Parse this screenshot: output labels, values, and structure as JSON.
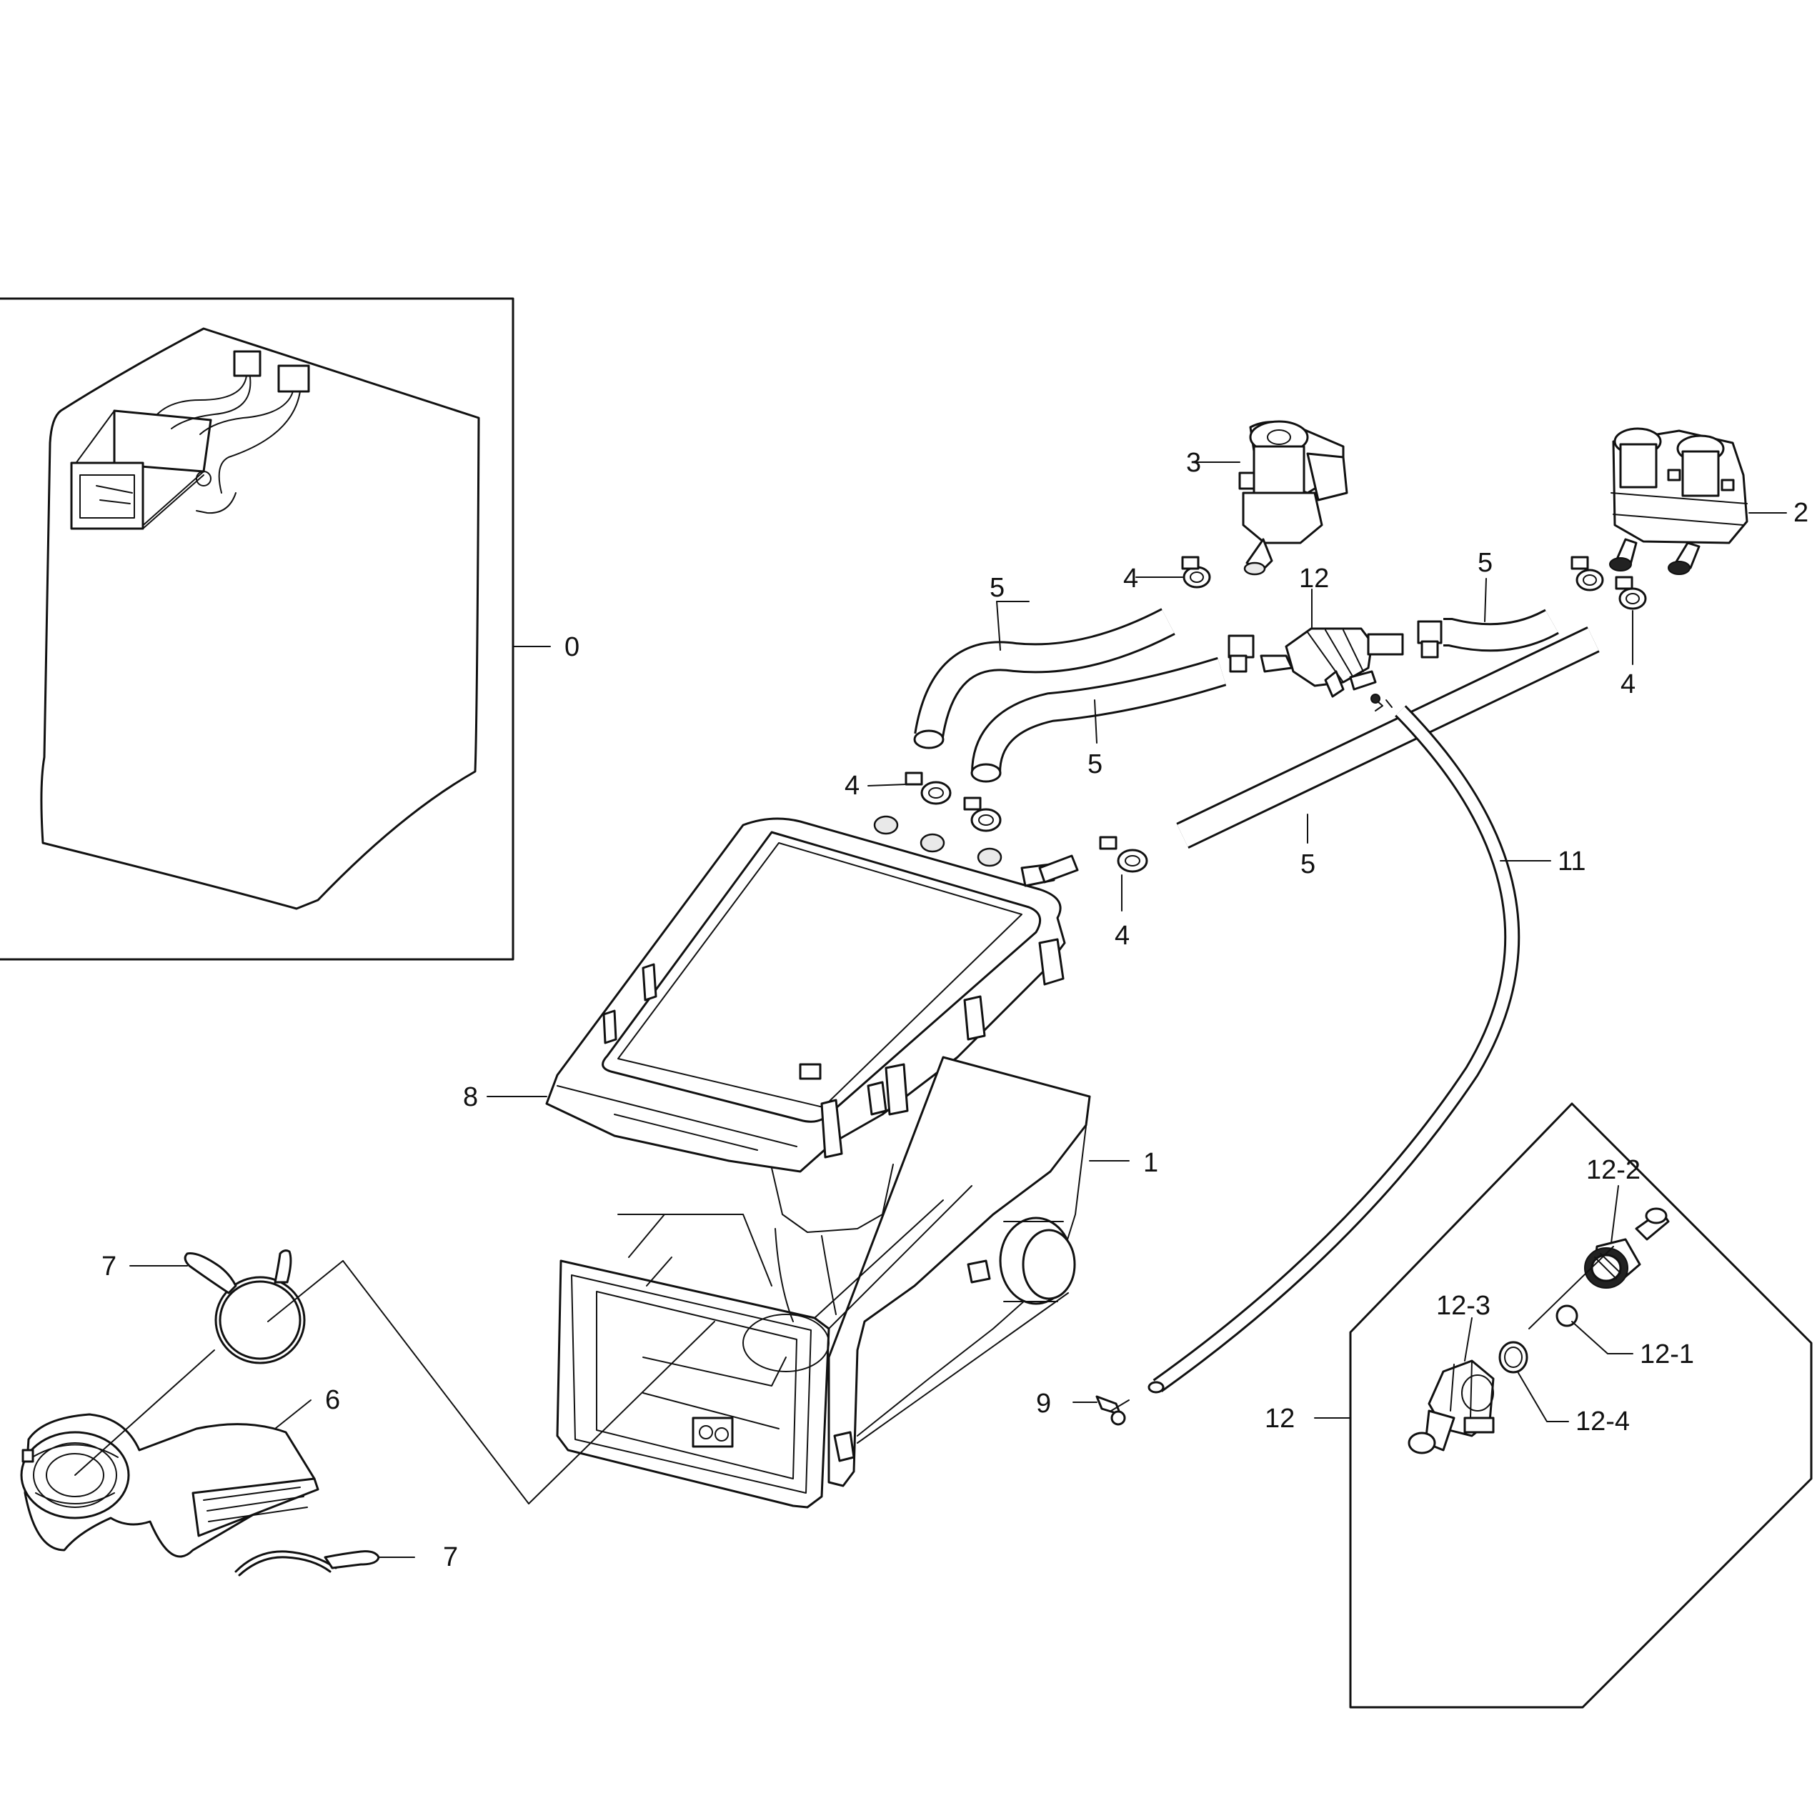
{
  "diagram": {
    "callouts": {
      "p0": "0",
      "p1": "1",
      "p2": "2",
      "p3": "3",
      "p4a": "4",
      "p4b": "4",
      "p4c": "4",
      "p4d": "4",
      "p5a": "5",
      "p5b": "5",
      "p5c": "5",
      "p5d": "5",
      "p6": "6",
      "p7a": "7",
      "p7b": "7",
      "p8": "8",
      "p9": "9",
      "p11": "11",
      "p12a": "12",
      "p12b": "12",
      "p12_1": "12-1",
      "p12_2": "12-2",
      "p12_3": "12-3",
      "p12_4": "12-4"
    }
  }
}
